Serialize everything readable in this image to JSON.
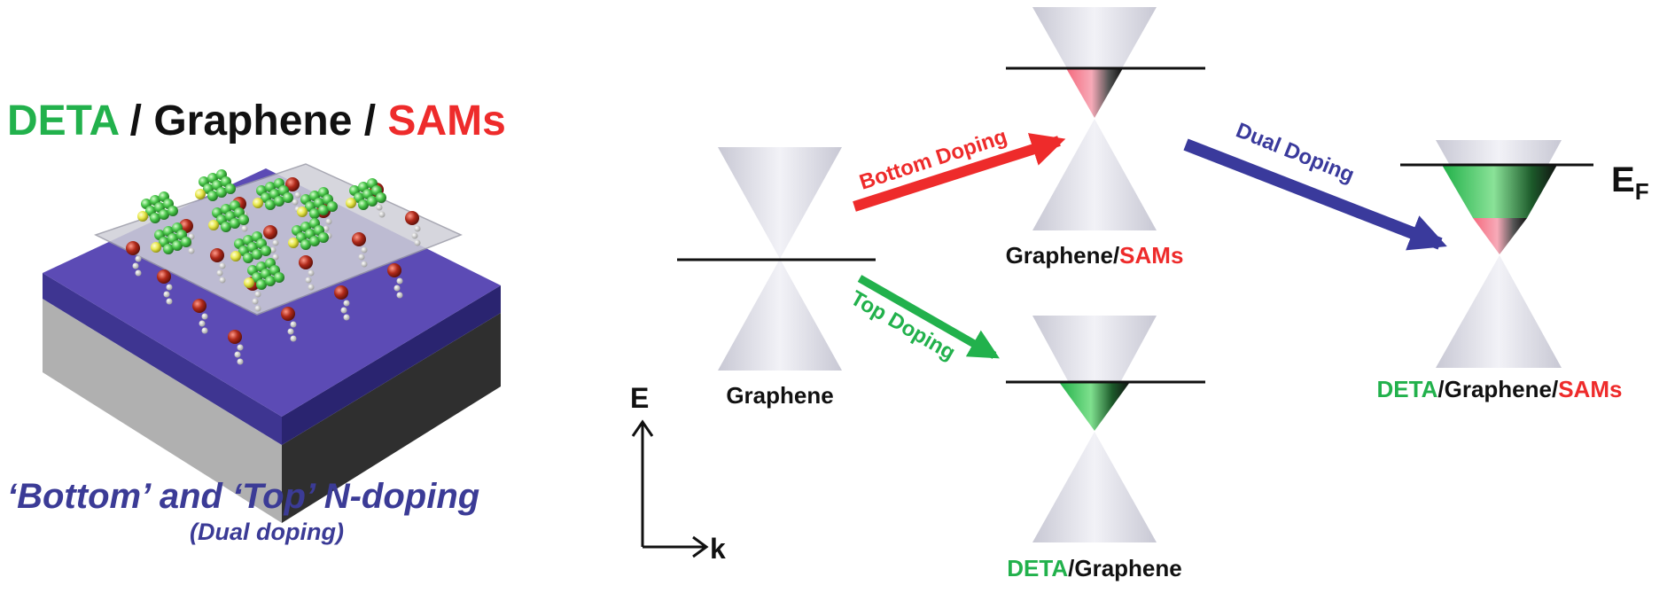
{
  "colors": {
    "green": "#22b14c",
    "red": "#ee2b2b",
    "black": "#111111",
    "navy": "#3b3b96",
    "bottom_arrow": "#ee2b2b",
    "top_arrow": "#22b14c",
    "dual_arrow": "#3a3a9c",
    "cone": "#dcdce6",
    "substrate_top": "#5c4bb5",
    "substrate_side": "#3e3591",
    "base_side": "#2f2f2f",
    "base_front": "#b0b0b0"
  },
  "title": {
    "part1": "DETA",
    "sep1": " / ",
    "part2": "Graphene",
    "sep2": " / ",
    "part3": "SAMs"
  },
  "caption": {
    "main": "‘Bottom’  and  ‘Top’ N-doping",
    "sub": "(Dual doping)"
  },
  "axes": {
    "y_label": "E",
    "x_label": "k"
  },
  "arrows": {
    "bottom": "Bottom Doping",
    "top": "Top Doping",
    "dual": "Dual Doping"
  },
  "panels": {
    "graphene": {
      "label": "Graphene"
    },
    "sams": {
      "label_a": "Graphene/",
      "label_b": "SAMs"
    },
    "deta": {
      "label_a": "DETA",
      "label_b": "/Graphene"
    },
    "dual": {
      "label_a": "DETA",
      "label_b": "/Graphene/",
      "label_c": "SAMs"
    }
  },
  "fermi": {
    "label": "E",
    "subscript": "F"
  }
}
